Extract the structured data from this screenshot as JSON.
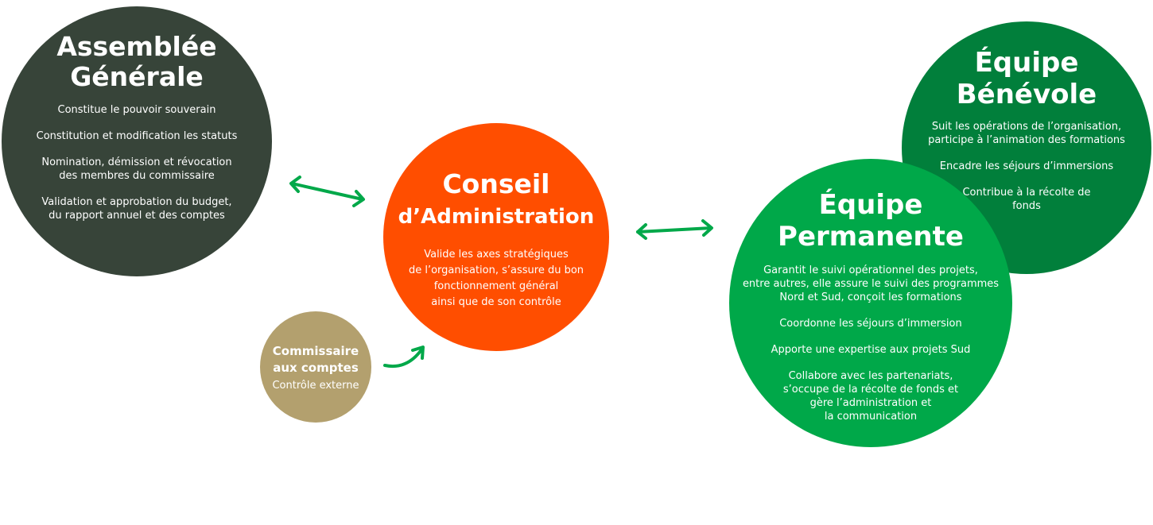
{
  "nodes": {
    "assemblee_generale": {
      "title_line1": "Assemblée",
      "title_line2": "Générale",
      "items": [
        "Constitue le pouvoir souverain",
        "Constitution et modification les statuts",
        "Nomination, démission et révocation\ndes membres du commissaire",
        "Validation et approbation du budget,\ndu rapport annuel et des comptes"
      ],
      "color": "#374439"
    },
    "conseil_administration": {
      "title_line1": "Conseil",
      "title_line2": "d’Administration",
      "description": "Valide les axes stratégiques\nde l’organisation, s’assure du bon\nfonctionnement général\nainsi que de son contrôle",
      "color": "#ff4e00"
    },
    "commissaire_aux_comptes": {
      "title_line1": "Commissaire",
      "title_line2": "aux comptes",
      "subtitle": "Contrôle externe",
      "color": "#b3a06e"
    },
    "equipe_benevole": {
      "title_line1": "Équipe",
      "title_line2": "Bénévole",
      "items": [
        "Suit les opérations de l’organisation,\nparticipe à l’animation des formations",
        "Encadre les séjours d’immersions",
        "Contribue à la récolte de\nfonds"
      ],
      "color": "#017f3b"
    },
    "equipe_permanente": {
      "title_line1": "Équipe",
      "title_line2": "Permanente",
      "items": [
        "Garantit le suivi opérationnel des projets,\nentre autres, elle assure le suivi des programmes\nNord et Sud, conçoit les formations",
        "Coordonne les séjours d’immersion",
        "Apporte une expertise aux projets Sud",
        "Collabore avec les partenariats,\ns’occupe de la récolte de fonds et\ngère l’administration et\nla communication"
      ],
      "color": "#00a849"
    }
  },
  "arrow_color": "#00a849"
}
